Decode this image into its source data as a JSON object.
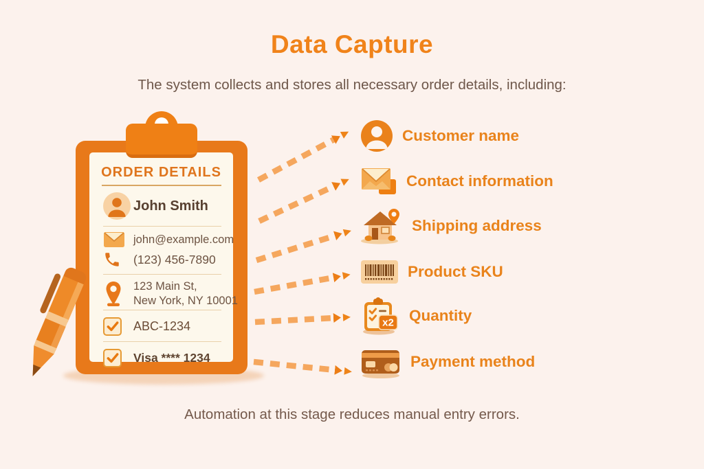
{
  "page": {
    "title": "Data Capture",
    "subtitle": "The system collects and stores all necessary order details, including:",
    "footer": "Automation at this stage reduces manual entry errors."
  },
  "clipboard": {
    "header": "ORDER DETAILS",
    "customer_name": "John Smith",
    "email": "john@example.com",
    "phone": "(123) 456-7890",
    "address_line1": "123 Main St,",
    "address_line2": "New York, NY 10001",
    "sku_value": "ABC-1234",
    "payment_value": "Visa **** 1234"
  },
  "items": [
    {
      "label": "Customer name",
      "icon": "user-icon"
    },
    {
      "label": "Contact information",
      "icon": "mail-icon"
    },
    {
      "label": "Shipping address",
      "icon": "house-pin-icon"
    },
    {
      "label": "Product SKU",
      "icon": "barcode-icon"
    },
    {
      "label": "Quantity",
      "icon": "checklist-icon",
      "badge": "x2"
    },
    {
      "label": "Payment method",
      "icon": "credit-card-icon"
    }
  ],
  "colors": {
    "background": "#fcf2ed",
    "accent": "#f0831a",
    "accent_dark": "#e0751d",
    "dash": "#f5a75e",
    "arrowhead": "#ec7e16",
    "paper": "#fdf8ec",
    "frame": "#e8791a",
    "text_brown": "#6e574a"
  }
}
